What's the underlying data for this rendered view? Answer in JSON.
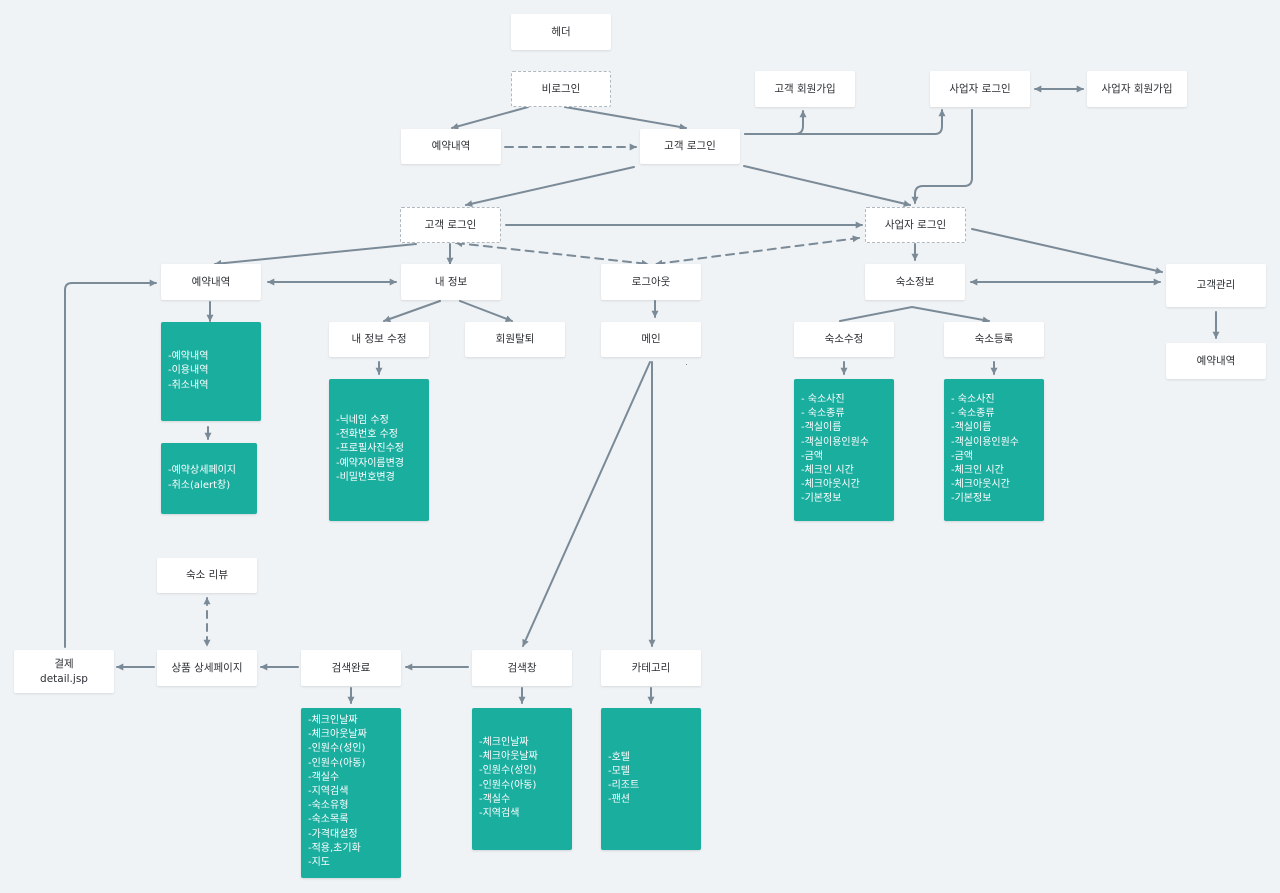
{
  "nodes": {
    "header": "헤더",
    "non_login": "비로그인",
    "reservation_top": "예약내역",
    "customer_login_top": "고객 로그인",
    "customer_signup": "고객 회원가입",
    "business_login_top": "사업자 로그인",
    "business_signup": "사업자 회원가입",
    "customer_login": "고객 로그인",
    "business_login": "사업자 로그인",
    "reservation": "예약내역",
    "my_info": "내 정보",
    "logout": "로그아웃",
    "lodging_info": "숙소정보",
    "customer_mgmt": "고객관리",
    "my_info_edit": "내 정보 수정",
    "withdraw": "회원탈퇴",
    "main": "메인",
    "lodging_edit": "숙소수정",
    "lodging_register": "숙소등록",
    "mgmt_reservation": "예약내역",
    "lodging_review": "숙소 리뷰",
    "payment": "결제\ndetail.jsp",
    "product_detail": "상품 상세페이지",
    "search_done": "검색완료",
    "search_bar": "검색창",
    "category": "카테고리"
  },
  "panels": {
    "reservation_list": [
      "-예약내역",
      "-이용내역",
      "-취소내역"
    ],
    "reservation_detail": [
      "-예약상세페이지",
      "-취소(alert창)"
    ],
    "my_info_fields": [
      "-닉네임 수정",
      "-전화번호 수정",
      "-프로필사진수정",
      "-예약자이름변경",
      "-비밀번호변경"
    ],
    "lodging_edit_fields": [
      "- 숙소사진",
      "- 숙소종류",
      "-객실이름",
      "-객실이용인원수",
      "-금액",
      "-체크인 시간",
      "-체크아웃시간",
      "-기본정보"
    ],
    "lodging_register_fields": [
      "- 숙소사진",
      "- 숙소종류",
      "-객실이름",
      "-객실이용인원수",
      "-금액",
      "-체크인 시간",
      "-체크아웃시간",
      "-기본정보"
    ],
    "search_done_fields": [
      "-체크인날짜",
      "-체크아웃날짜",
      "-인원수(성인)",
      "-인원수(아동)",
      "-객실수",
      "-지역검색",
      "-숙소유형",
      "-숙소목록",
      "-가격대설정",
      "-적용,초기화",
      "-지도"
    ],
    "search_bar_fields": [
      "-체크인날짜",
      "-체크아웃날짜",
      "-인원수(성인)",
      "-인원수(아동)",
      "-객실수",
      "-지역검색"
    ],
    "category_fields": [
      "-호텔",
      "-모텔",
      "-리조트",
      "-팬션"
    ]
  },
  "colors": {
    "background": "#eff3f6",
    "node": "#ffffff",
    "panel": "#1aae9f",
    "edge": "#7b8a97"
  }
}
